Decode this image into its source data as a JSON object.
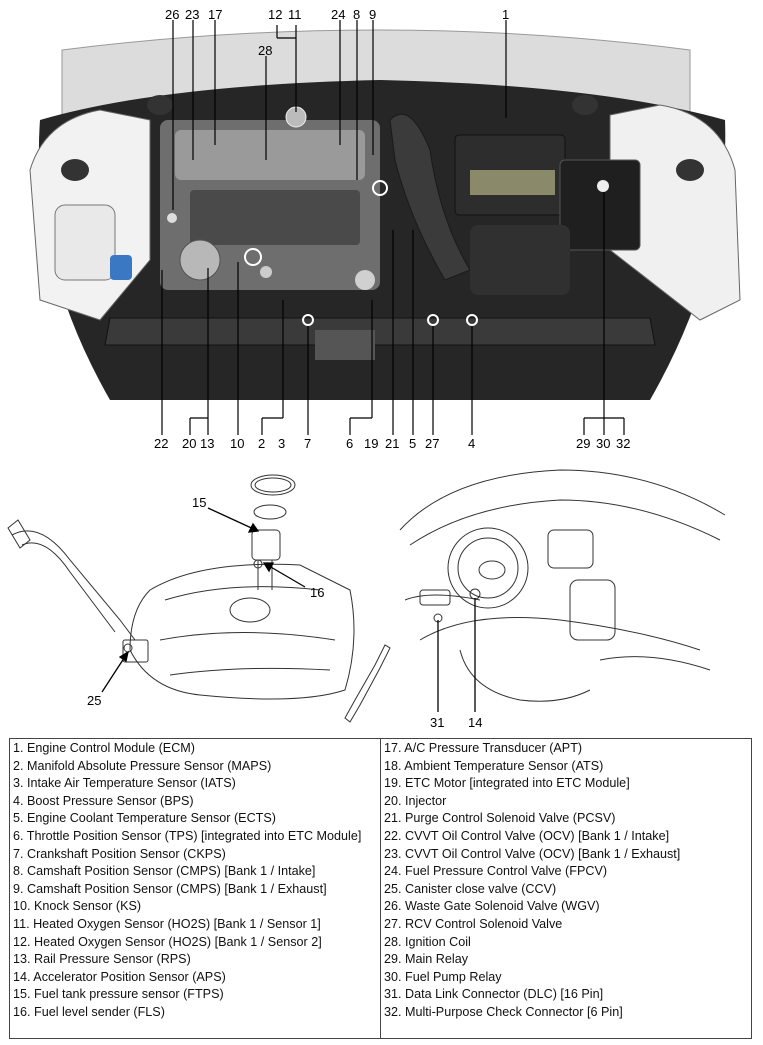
{
  "engine_callouts": [
    "26",
    "23",
    "17",
    "12",
    "11",
    "24",
    "8",
    "9",
    "1",
    "28",
    "22",
    "20",
    "13",
    "10",
    "2",
    "3",
    "7",
    "6",
    "19",
    "21",
    "5",
    "27",
    "4",
    "29",
    "30",
    "32"
  ],
  "tank_callouts": [
    "15",
    "16",
    "25"
  ],
  "cabin_callouts": [
    "31",
    "14"
  ],
  "legend": {
    "left": [
      "1. Engine Control Module (ECM)",
      "2. Manifold Absolute Pressure Sensor (MAPS)",
      "3. Intake Air Temperature Sensor (IATS)",
      "4. Boost Pressure Sensor (BPS)",
      "5. Engine Coolant Temperature Sensor (ECTS)",
      "6. Throttle Position Sensor (TPS) [integrated into ETC Module]",
      "7. Crankshaft Position Sensor (CKPS)",
      "8. Camshaft Position Sensor (CMPS) [Bank 1 / Intake]",
      "9. Camshaft Position Sensor (CMPS) [Bank 1 / Exhaust]",
      "10. Knock Sensor (KS)",
      "11. Heated Oxygen Sensor (HO2S) [Bank 1 / Sensor 1]",
      "12. Heated Oxygen Sensor (HO2S) [Bank 1 / Sensor 2]",
      "13. Rail Pressure Sensor (RPS)",
      "14. Accelerator Position Sensor (APS)",
      "15. Fuel tank pressure sensor (FTPS)",
      "16. Fuel level sender (FLS)"
    ],
    "right": [
      "17. A/C Pressure Transducer (APT)",
      "18. Ambient Temperature Sensor (ATS)",
      "19. ETC Motor [integrated into ETC Module]",
      "20. Injector",
      "21. Purge Control Solenoid Valve (PCSV)",
      "22. CVVT Oil Control Valve (OCV) [Bank 1 / Intake]",
      "23. CVVT Oil Control Valve (OCV) [Bank 1 / Exhaust]",
      "24. Fuel Pressure Control Valve (FPCV)",
      "25. Canister close valve (CCV)",
      "26. Waste Gate Solenoid Valve (WGV)",
      "27. RCV Control Solenoid Valve",
      "28. Ignition Coil",
      "29. Main Relay",
      "30. Fuel Pump Relay",
      "31. Data Link Connector (DLC) [16 Pin]",
      "32. Multi-Purpose Check Connector [6 Pin]"
    ]
  }
}
